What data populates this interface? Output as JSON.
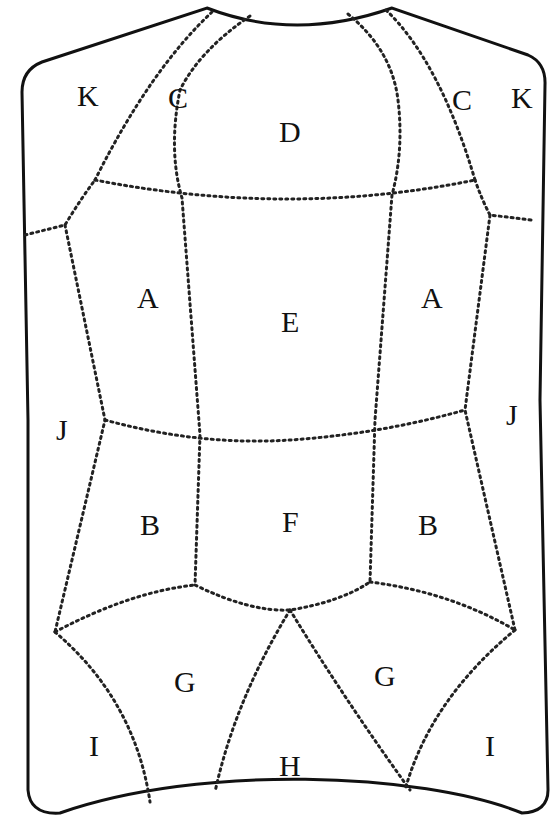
{
  "diagram": {
    "labels": [
      "K",
      "C",
      "D",
      "C",
      "K",
      "A",
      "E",
      "A",
      "J",
      "J",
      "B",
      "F",
      "B",
      "G",
      "G",
      "I",
      "H",
      "I"
    ]
  }
}
